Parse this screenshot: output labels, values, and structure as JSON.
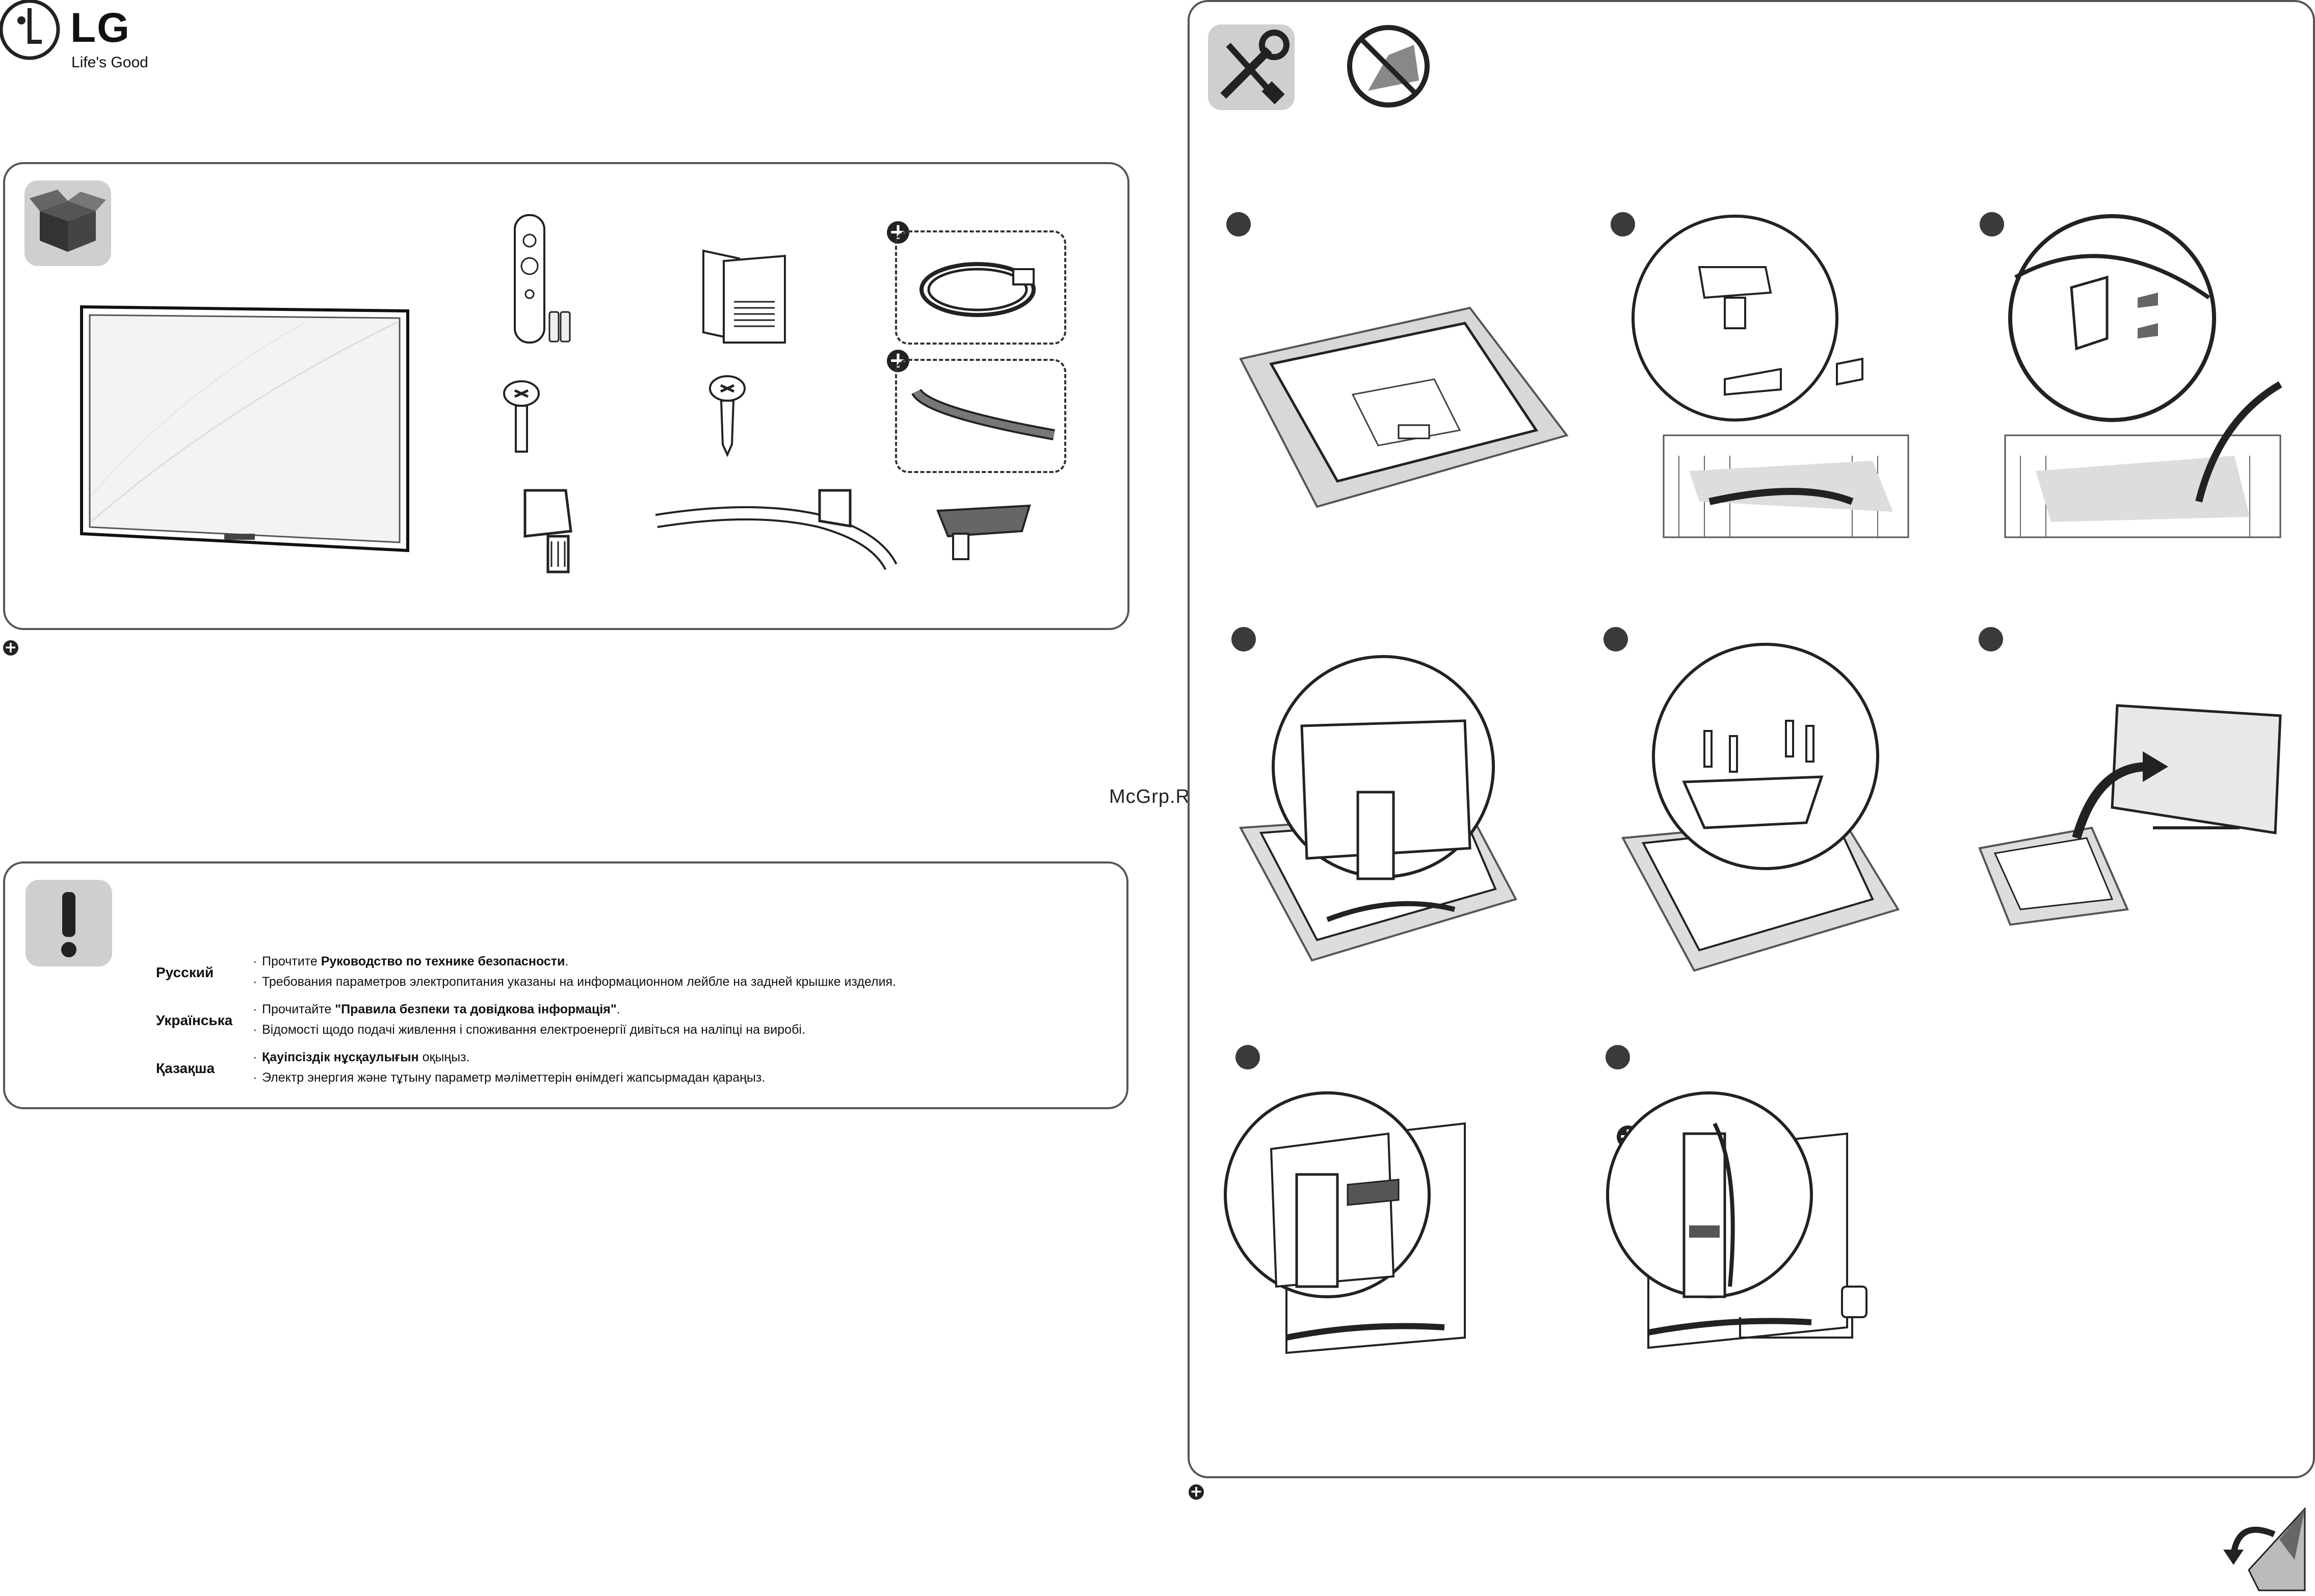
{
  "brand": {
    "logo_text": "LG",
    "slogan": "Life's Good"
  },
  "watermark": "McGrp.Ru",
  "safety": {
    "languages": [
      {
        "name": "Русский",
        "line1_prefix": "Прочтите ",
        "line1_bold": "Руководство по технике безопасности",
        "line1_suffix": ".",
        "line2": "Требования параметров электропитания указаны на информационном лейбле на задней крышке изделия."
      },
      {
        "name": "Українська",
        "line1_prefix": "Прочитайте ",
        "line1_bold": "\"Правила безпеки та довідкова інформація\"",
        "line1_suffix": ".",
        "line2": "Відомості щодо подачі живлення і споживання електроенергії дивіться на наліпці на виробі."
      },
      {
        "name": "Қазақша",
        "line1_prefix": "",
        "line1_bold": "Қауіпсіздік нұсқаулығын",
        "line1_suffix": " оқыңыз.",
        "line2": "Электр энергия және тұтыну параметр мәліметтерін өнімдегі жапсырмадан қараңыз."
      }
    ]
  },
  "icons": {
    "box": "open-box-icon",
    "tools": "screwdriver-wrench-icon",
    "no_liquid": "no-liquid-icon",
    "warning": "exclamation-icon",
    "plus": "plus-circle-icon",
    "page_turn": "page-turn-icon"
  },
  "colors": {
    "panel_border": "#555555",
    "icon_bg": "#cfcfcf",
    "step_dot": "#3a3a3a"
  }
}
